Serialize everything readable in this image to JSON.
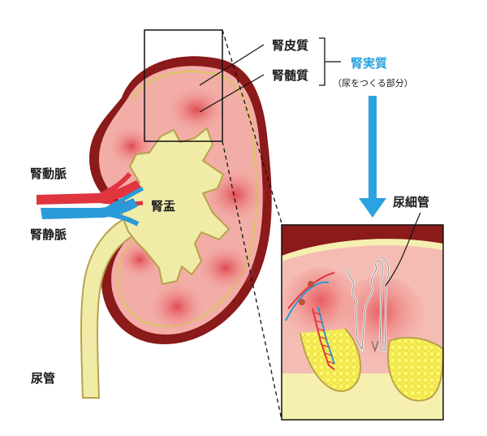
{
  "labels": {
    "cortex": "腎皮質",
    "medulla": "腎髄質",
    "parenchyma": "腎実質",
    "parenchyma_note": "（尿をつくる部分）",
    "renal_artery": "腎動脈",
    "renal_vein": "腎静脈",
    "renal_pelvis": "腎盂",
    "ureter": "尿管",
    "tubule": "尿細管"
  },
  "colors": {
    "capsule_dark": "#8b1a1a",
    "cortex_pink": "#f2a7a3",
    "medulla_red": "#e0545a",
    "pelvis_yellow": "#f0eca8",
    "pelvis_outline": "#b8a24a",
    "artery_red": "#e0343f",
    "vein_blue": "#2a9ad8",
    "accent_blue": "#2aa3e0"
  }
}
